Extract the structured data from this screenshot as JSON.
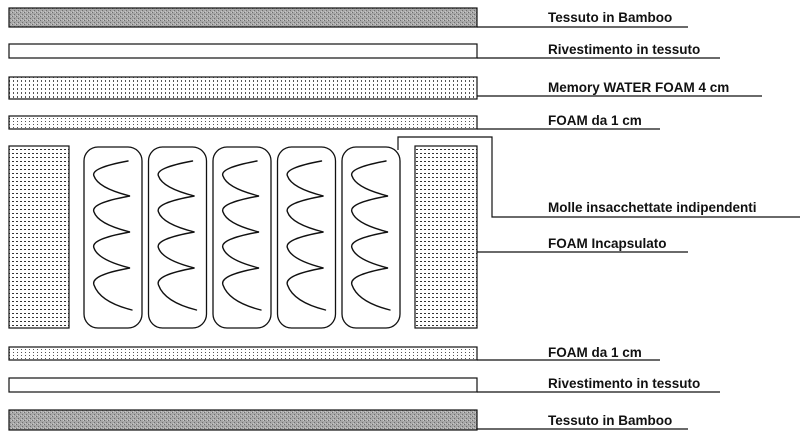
{
  "labels": {
    "top_bamboo": "Tessuto in Bamboo",
    "top_cover": "Rivestimento in tessuto",
    "memory_foam": "Memory WATER FOAM 4 cm",
    "top_foam": "FOAM da 1 cm",
    "springs": "Molle insacchettate indipendenti",
    "encapsulated_foam": "FOAM Incapsulato",
    "bottom_foam": "FOAM da 1 cm",
    "bottom_cover": "Rivestimento in tessuto",
    "bottom_bamboo": "Tessuto in Bamboo"
  },
  "colors": {
    "stroke": "#111111",
    "bamboo_fill": "#9a9a9a",
    "background": "#ffffff"
  },
  "spring_count": 5
}
